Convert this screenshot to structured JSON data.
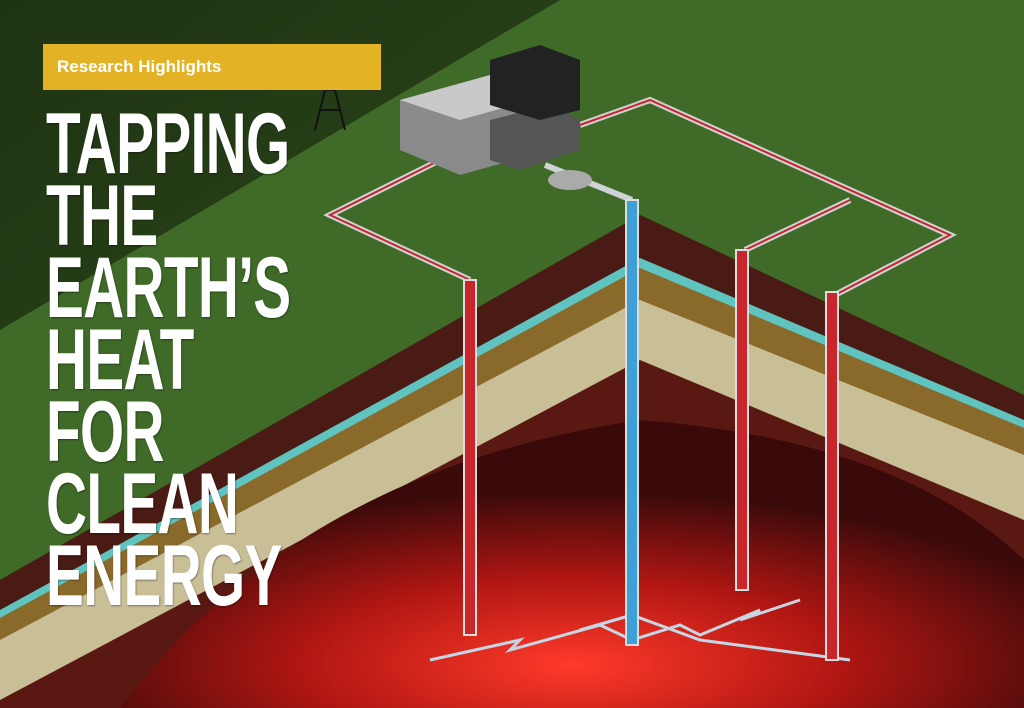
{
  "banner": {
    "label": "Research Highlights"
  },
  "title": {
    "lines": [
      "TAPPING",
      "THE",
      "EARTH’S",
      "HEAT",
      "FOR",
      "CLEAN",
      "ENERGY"
    ]
  },
  "colors": {
    "banner": "#e3b325",
    "surface": "#3f6a28",
    "hot_pipe": "#c8262a",
    "cold_pipe": "#3fa0d8",
    "magma": "#d0201c"
  }
}
